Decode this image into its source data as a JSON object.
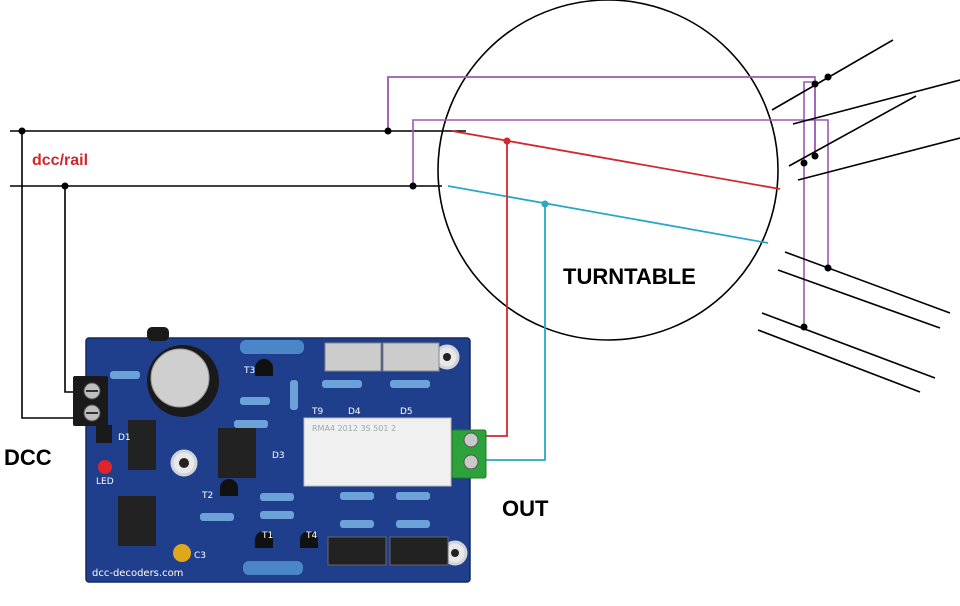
{
  "labels": {
    "dcc_rail": "dcc/rail",
    "turntable": "TURNTABLE",
    "dcc": "DCC",
    "out": "OUT"
  },
  "board": {
    "website": "dcc-decoders.com",
    "relay_text": "RMA4 2012 3S 501 2",
    "silkscreen": {
      "d1": "D1",
      "led": "LED",
      "t2": "T2",
      "t3": "T3",
      "t9": "T9",
      "d4": "D4",
      "d5": "D5",
      "d3": "D3",
      "c3": "C3",
      "t1": "T1",
      "t4": "T4"
    }
  },
  "colors": {
    "wire_black": "#000000",
    "wire_purple": "#9b59b6",
    "wire_red": "#d0282e",
    "wire_cyan": "#2aa7c4",
    "label_red": "#d0282e",
    "pcb_blue": "#1f3e8c",
    "terminal_green": "#2ea23a"
  }
}
